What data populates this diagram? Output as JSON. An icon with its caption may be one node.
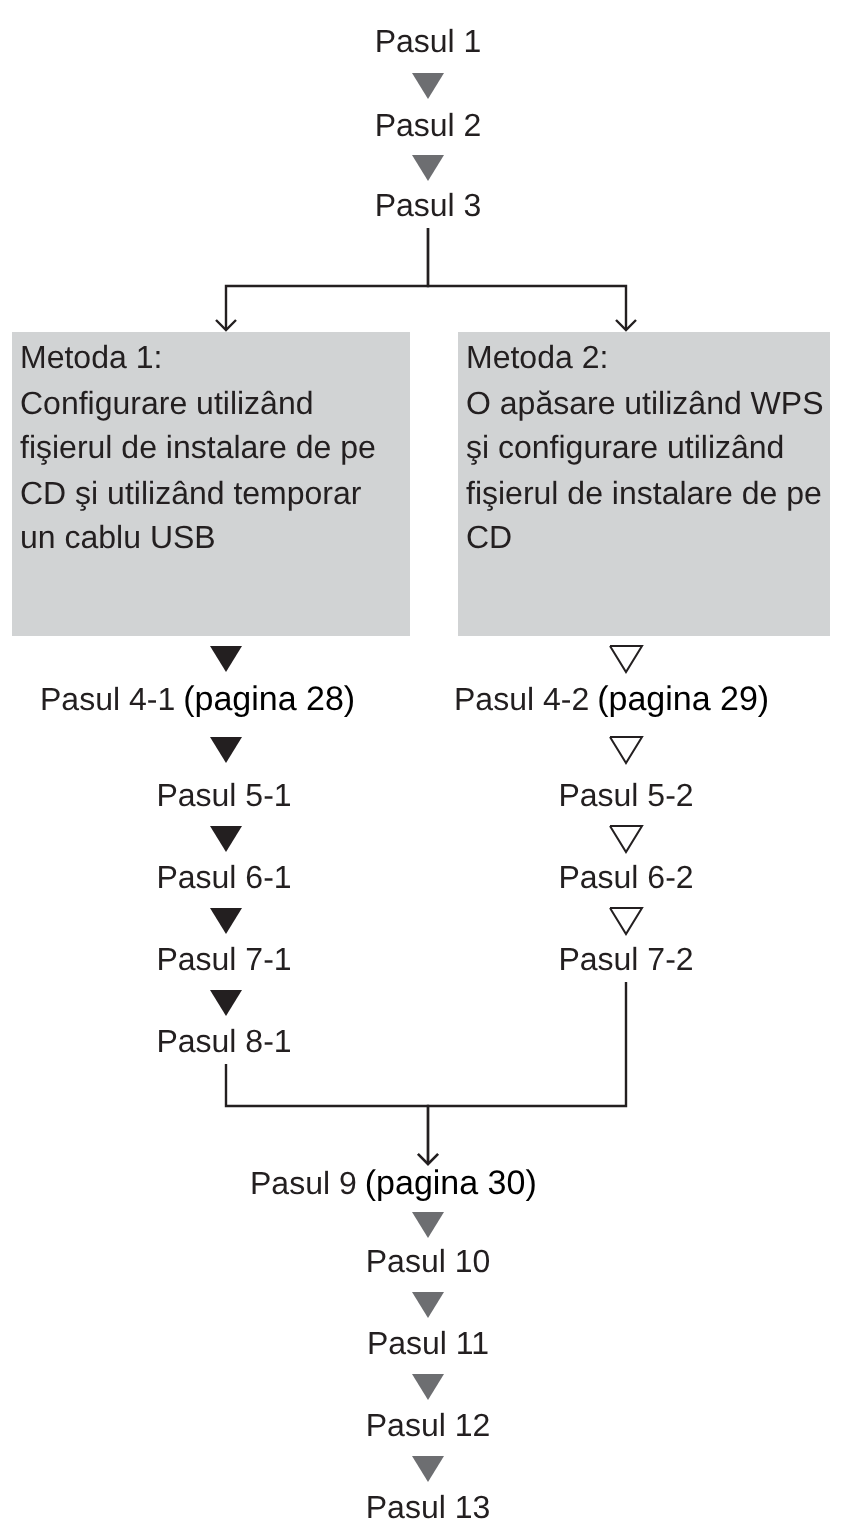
{
  "diagram": {
    "nodes": [
      {
        "text": [
          "Pasul 1"
        ]
      },
      {
        "text": [
          "Pasul 2"
        ]
      },
      {
        "text": [
          "Pasul 3"
        ]
      },
      {
        "text": [
          "Metoda 1:",
          "Configurare utilizând fişierul de instalare de pe CD şi utilizând temporar un cablu USB"
        ]
      },
      {
        "text": [
          "Metoda 2:",
          "O apăsare utilizând WPS şi configurare utilizând fişierul de instalare de pe CD"
        ]
      },
      {
        "text": [
          "Pasul 4-1"
        ],
        "beside": [
          "(pagina 28)"
        ]
      },
      {
        "text": [
          "Pasul 4-2"
        ],
        "beside": [
          "(pagina 29)"
        ]
      },
      {
        "text": [
          "Pasul 5-1"
        ]
      },
      {
        "text": [
          "Pasul 5-2"
        ]
      },
      {
        "text": [
          "Pasul 6-1"
        ]
      },
      {
        "text": [
          "Pasul 6-2"
        ]
      },
      {
        "text": [
          "Pasul 7-1"
        ]
      },
      {
        "text": [
          "Pasul 7-2"
        ]
      },
      {
        "text": [
          "Pasul 8-1"
        ]
      },
      {
        "text": [
          "Pasul 9"
        ],
        "beside": [
          "(pagina 30)"
        ]
      },
      {
        "text": [
          "Pasul 10"
        ]
      },
      {
        "text": [
          "Pasul 11"
        ]
      },
      {
        "text": [
          "Pasul 12"
        ]
      },
      {
        "text": [
          "Pasul 13"
        ]
      }
    ],
    "edges": [
      {
        "from": 0,
        "to": 1,
        "arrow": "to",
        "color": "#6d6e71"
      },
      {
        "from": 1,
        "to": 2,
        "arrow": "to",
        "color": "#6d6e71"
      },
      {
        "from": 2,
        "to": 3,
        "arrow": "to"
      },
      {
        "from": 2,
        "to": 4,
        "arrow": "to"
      },
      {
        "from": 3,
        "to": 5,
        "arrow": "to"
      },
      {
        "from": 5,
        "to": 7,
        "arrow": "to"
      },
      {
        "from": 7,
        "to": 9,
        "arrow": "to"
      },
      {
        "from": 9,
        "to": 11,
        "arrow": "to"
      },
      {
        "from": 11,
        "to": 13,
        "arrow": "to"
      },
      {
        "from": 4,
        "to": 6,
        "arrow": "to"
      },
      {
        "from": 6,
        "to": 8,
        "arrow": "to"
      },
      {
        "from": 8,
        "to": 10,
        "arrow": "to"
      },
      {
        "from": 10,
        "to": 12,
        "arrow": "to"
      },
      {
        "from": 13,
        "to": 14,
        "arrow": "to"
      },
      {
        "from": 12,
        "to": 14,
        "arrow": "to"
      },
      {
        "from": 14,
        "to": 15,
        "arrow": "to",
        "color": "#6d6e71"
      },
      {
        "from": 15,
        "to": 16,
        "arrow": "to",
        "color": "#6d6e71"
      },
      {
        "from": 16,
        "to": 17,
        "arrow": "to",
        "color": "#6d6e71"
      },
      {
        "from": 17,
        "to": 18,
        "arrow": "to",
        "color": "#6d6e71"
      }
    ]
  }
}
